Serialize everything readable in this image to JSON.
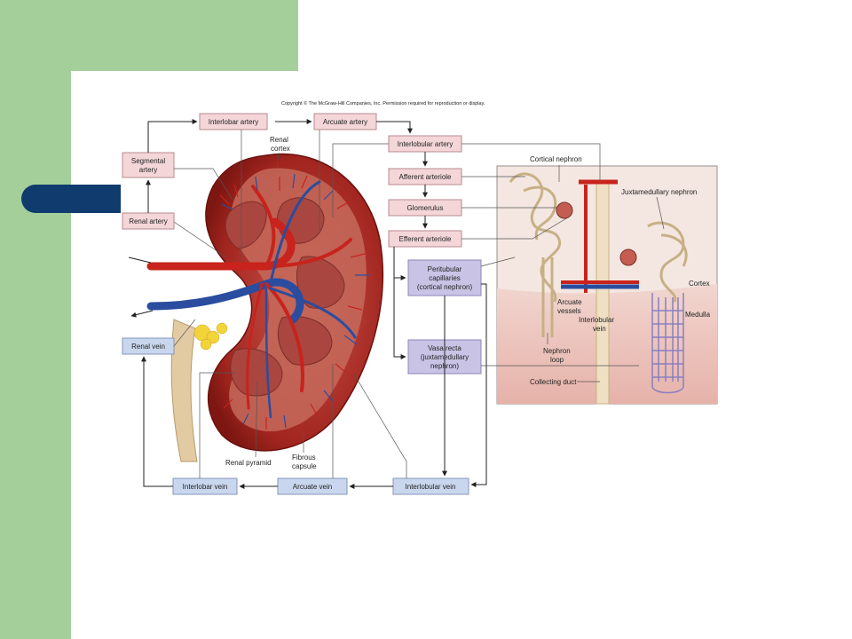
{
  "copyright": "Copyright © The McGraw-Hill Companies, Inc. Permission required for reproduction or display.",
  "flow_boxes": {
    "renal_artery": "Renal artery",
    "segmental_artery": [
      "Segmental",
      "artery"
    ],
    "interlobar_artery": "Interlobar artery",
    "arcuate_artery": "Arcuate artery",
    "interlobular_artery": "Interlobular artery",
    "afferent_arteriole": "Afferent arteriole",
    "glomerulus": "Glomerulus",
    "efferent_arteriole": "Efferent arteriole",
    "peritubular_capillaries": [
      "Peritubular",
      "capillaries",
      "(cortical nephron)"
    ],
    "vasa_recta": [
      "Vasa recta",
      "(juxtamedullary",
      "nephron)"
    ],
    "renal_vein": "Renal vein",
    "interlobar_vein": "Interlobar vein",
    "arcuate_vein": "Arcuate vein",
    "interlobular_vein": "Interlobular vein"
  },
  "kidney_labels": {
    "renal_cortex": [
      "Renal",
      "cortex"
    ],
    "renal_pyramid": "Renal pyramid",
    "fibrous_capsule": [
      "Fibrous",
      "capsule"
    ]
  },
  "nephron_labels": {
    "cortical_nephron": "Cortical nephron",
    "juxtamedullary_nephron": "Juxtamedullary nephron",
    "cortex": "Cortex",
    "medulla": "Medulla",
    "arcuate_vessels": [
      "Arcuate",
      "vessels"
    ],
    "interlobular_vein": [
      "Interlobular",
      "vein"
    ],
    "nephron_loop": [
      "Nephron",
      "loop"
    ],
    "collecting_duct": "Collecting duct"
  },
  "colors": {
    "artery_box": "#f4d6d9",
    "artery_border": "#b98a90",
    "vein_box": "#c9d7ee",
    "vein_border": "#8397bd",
    "capillary_box": "#c9c4e6",
    "capillary_border": "#8b86b8",
    "green_band": "#a4cf9a",
    "navy_accent": "#0f3b6e"
  }
}
